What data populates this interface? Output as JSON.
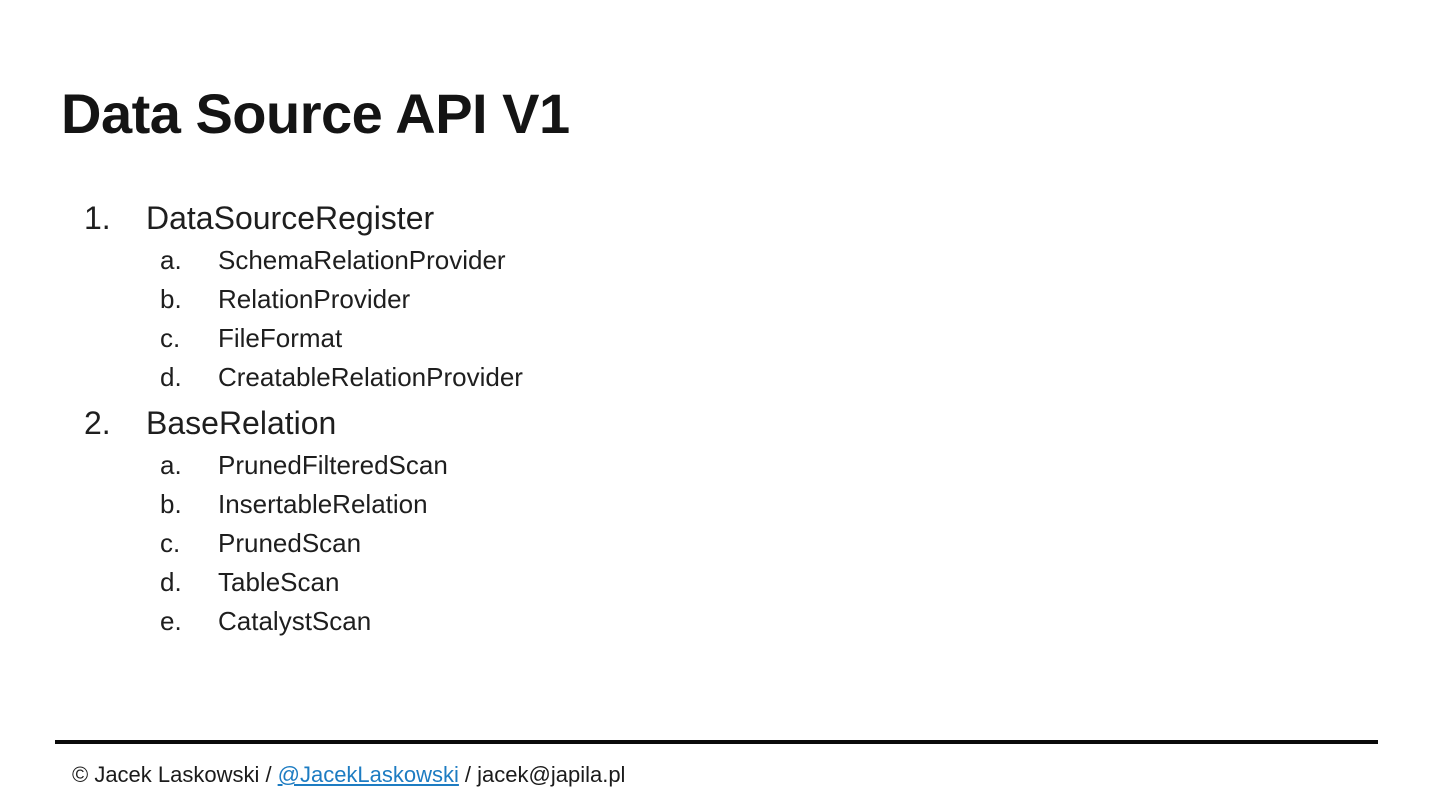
{
  "slide": {
    "title": "Data Source API V1",
    "list": {
      "items": [
        {
          "marker": "1.",
          "label": "DataSourceRegister",
          "children": [
            {
              "marker": "a.",
              "label": "SchemaRelationProvider"
            },
            {
              "marker": "b.",
              "label": "RelationProvider"
            },
            {
              "marker": "c.",
              "label": "FileFormat"
            },
            {
              "marker": "d.",
              "label": "CreatableRelationProvider"
            }
          ]
        },
        {
          "marker": "2.",
          "label": "BaseRelation",
          "children": [
            {
              "marker": "a.",
              "label": "PrunedFilteredScan"
            },
            {
              "marker": "b.",
              "label": "InsertableRelation"
            },
            {
              "marker": "c.",
              "label": "PrunedScan"
            },
            {
              "marker": "d.",
              "label": "TableScan"
            },
            {
              "marker": "e.",
              "label": "CatalystScan"
            }
          ]
        }
      ]
    },
    "footer": {
      "copyright_prefix": "© Jacek Laskowski /",
      "twitter_link": "@JacekLaskowski",
      "email_suffix": "/ jacek@japila.pl"
    },
    "colors": {
      "link_blue": "#1d7cc2",
      "body_text": "#1e1e1e",
      "divider": "#0a0a0a",
      "background": "#ffffff"
    }
  }
}
